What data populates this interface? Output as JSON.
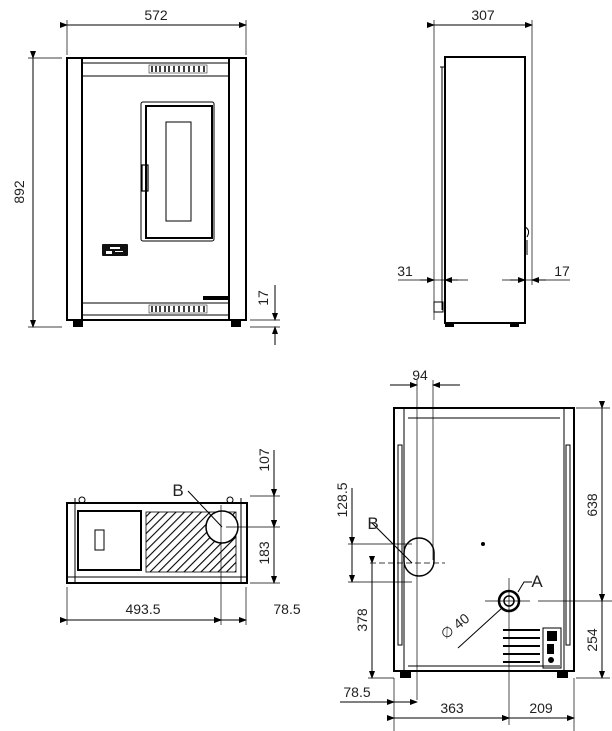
{
  "drawing": {
    "subject": "stove technical drawing",
    "views": {
      "front": {
        "width_label": "572",
        "height_label": "892",
        "foot_label": "17"
      },
      "side": {
        "depth_label": "307",
        "left_offset_label": "31",
        "right_offset_label": "17"
      },
      "top": {
        "connection_label": "B",
        "left_dim_label": "493.5",
        "right_dim_label": "78.5",
        "upper_dim_label": "107",
        "lower_dim_label": "183"
      },
      "rear": {
        "top_dim_label": "94",
        "connection_b_label": "B",
        "connection_a_label": "A",
        "diameter_label": "∅ 40",
        "b_height_label": "128.5",
        "b_elevation_label": "378",
        "height_label": "638",
        "a_elevation_label": "254",
        "left_offset_label": "78.5",
        "a_left_dim_label": "363",
        "a_right_dim_label": "209"
      }
    }
  }
}
